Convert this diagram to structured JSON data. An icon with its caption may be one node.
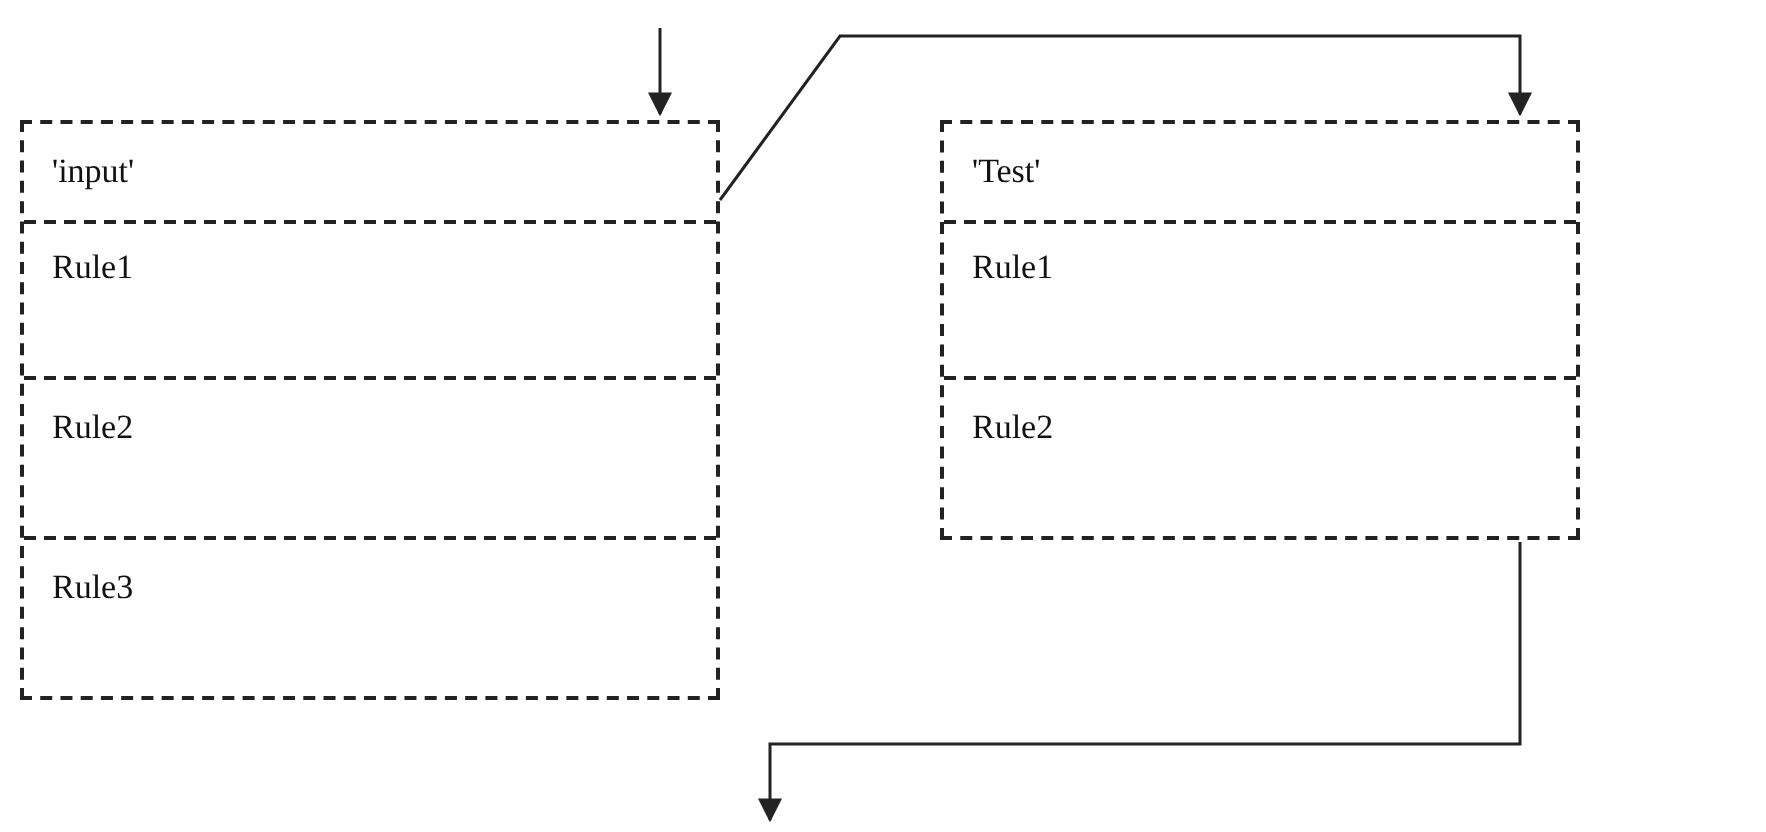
{
  "diagram": {
    "nodes": [
      {
        "text": [
          "'input'"
        ]
      },
      {
        "text": [
          "Rule1"
        ],
        "in": 0
      },
      {
        "text": [
          "Rule2"
        ],
        "in": 0
      },
      {
        "text": [
          "Rule3"
        ],
        "in": 0
      },
      {
        "text": [
          "'Test'"
        ]
      },
      {
        "text": [
          "Rule1"
        ],
        "in": 4
      },
      {
        "text": [
          "Rule2"
        ],
        "in": 4
      }
    ],
    "edges": [
      {
        "from": null,
        "to": 0,
        "arrow": "to"
      },
      {
        "from": 0,
        "to": 4,
        "arrow": "to"
      },
      {
        "from": 4,
        "to": null,
        "arrow": "to"
      }
    ]
  }
}
